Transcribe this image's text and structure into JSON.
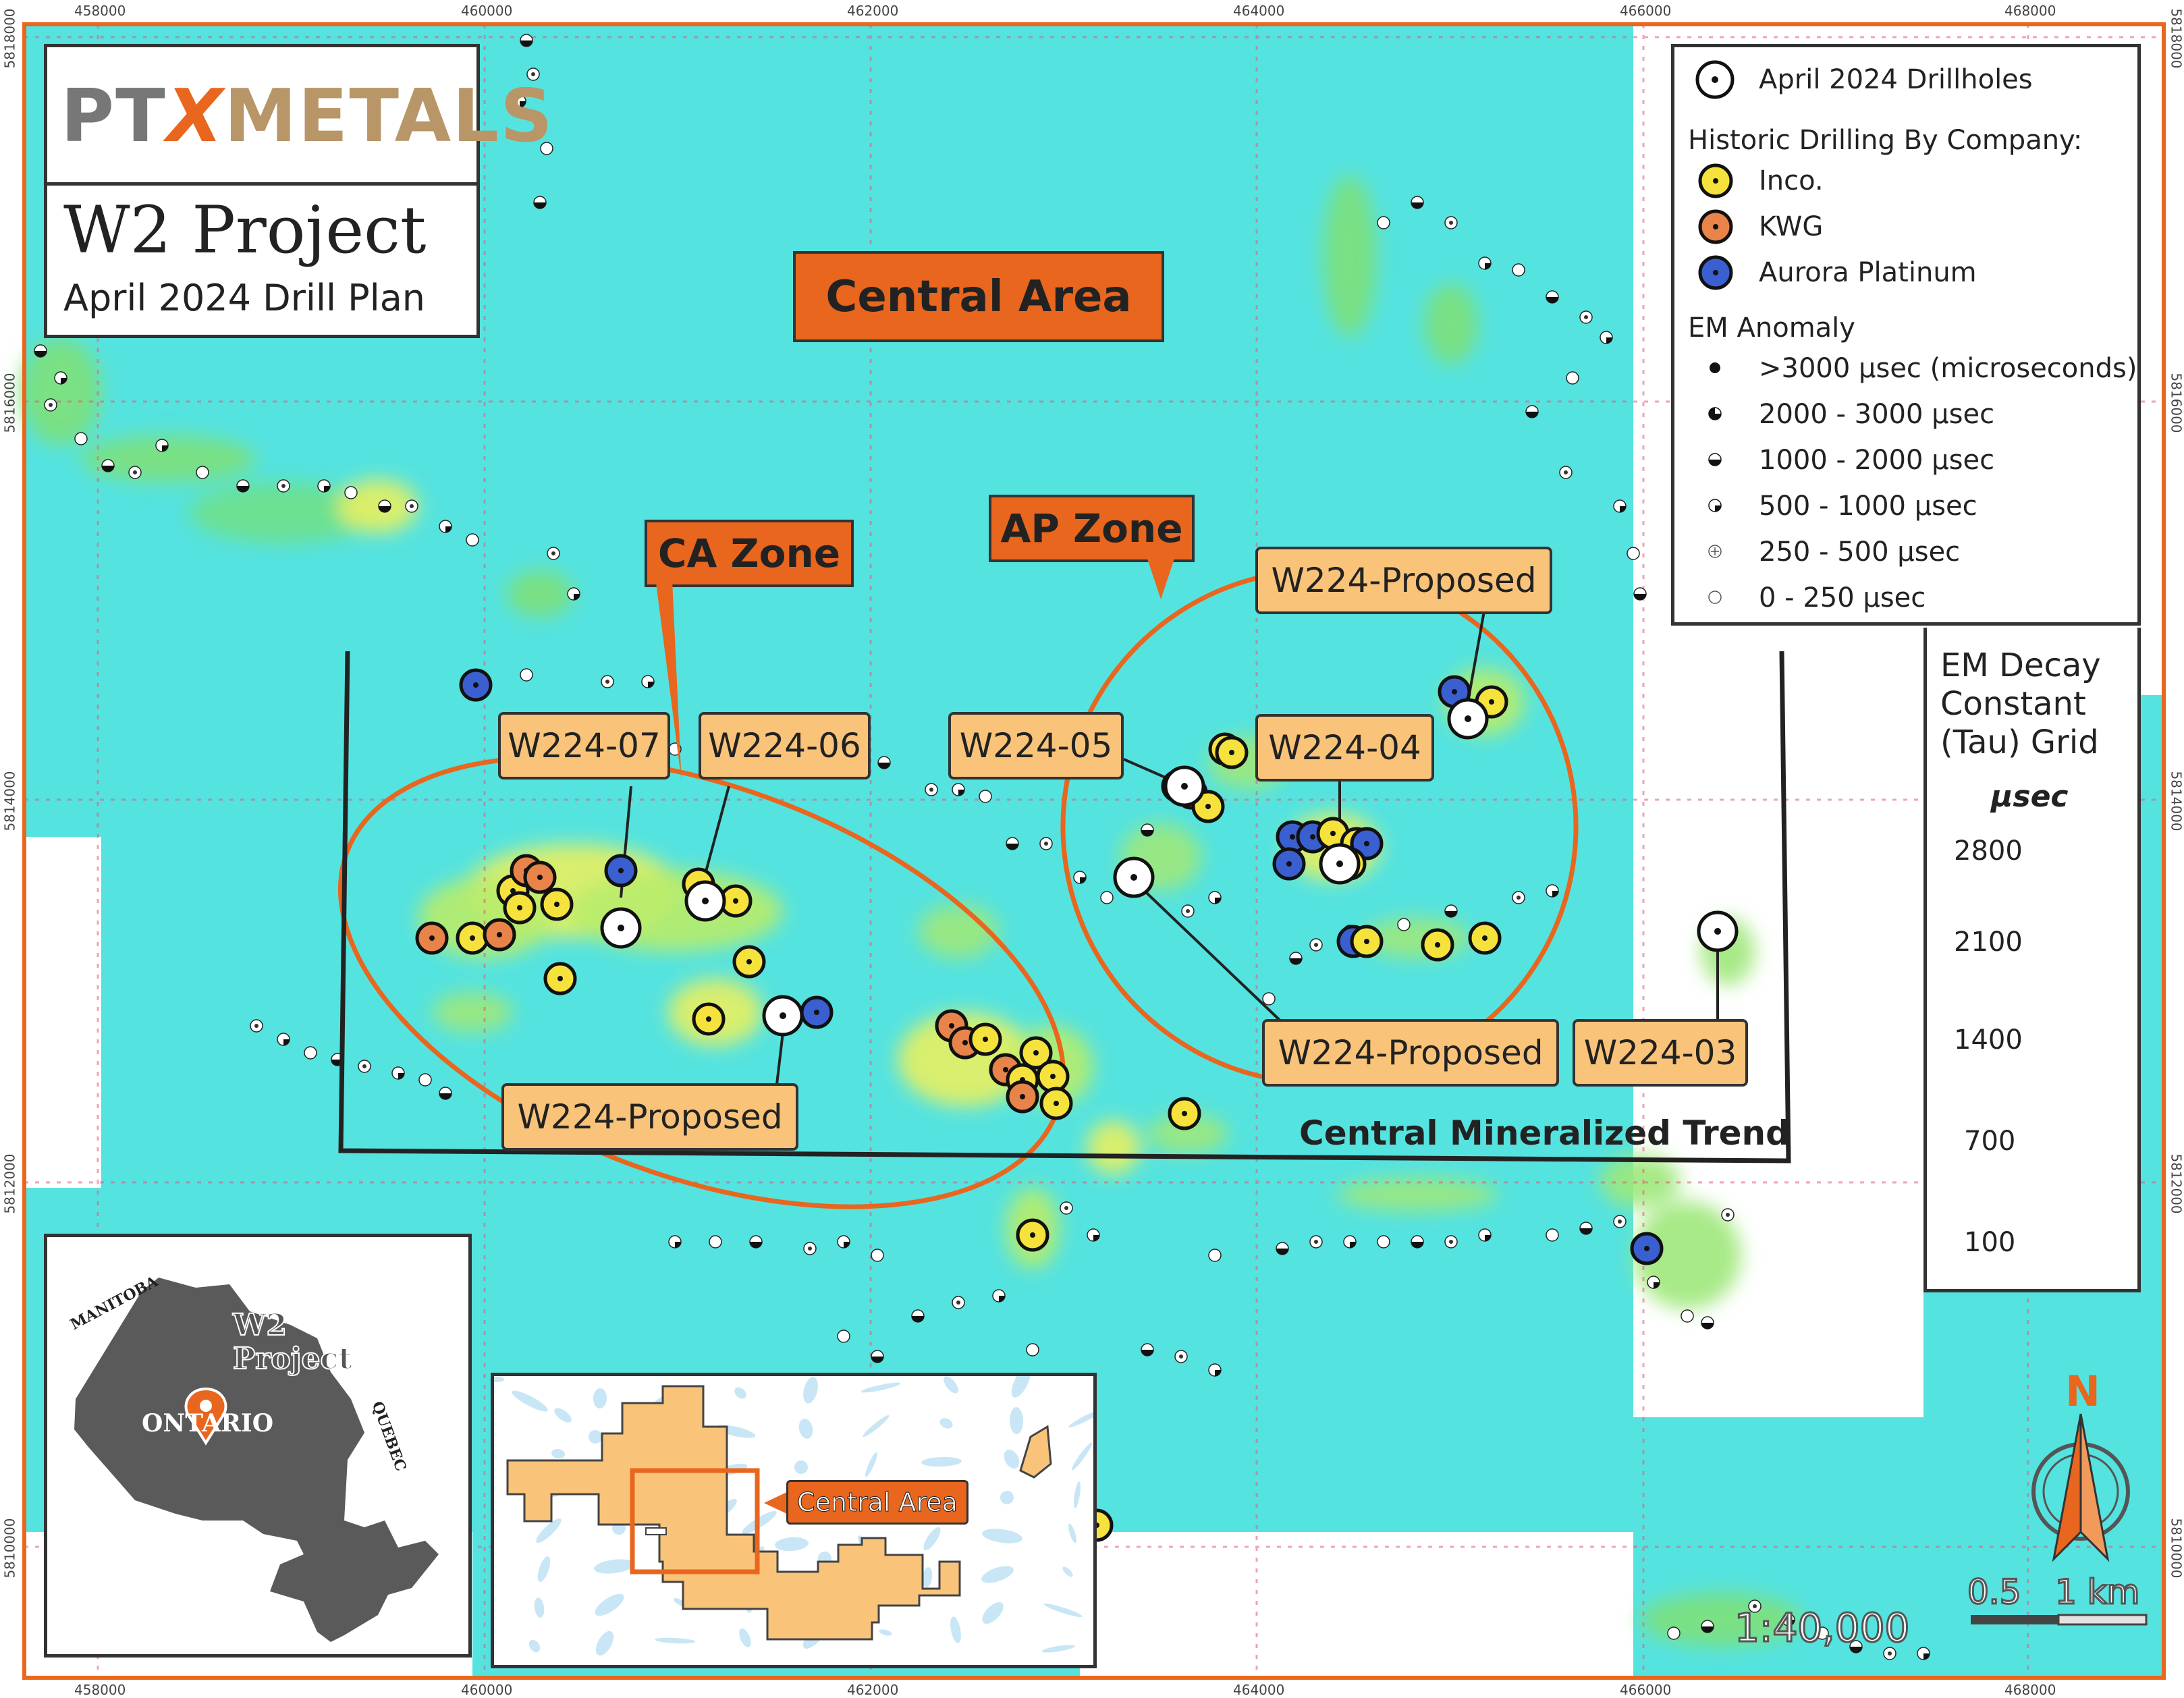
{
  "logo": {
    "text_left": "PT",
    "text_x": "X",
    "text_right": "METALS"
  },
  "title": {
    "project": "W2 Project",
    "subtitle": "April 2024 Drill Plan"
  },
  "central_area_label": "Central Area",
  "zones": {
    "ca": "CA Zone",
    "ap": "AP Zone"
  },
  "drillhole_labels": [
    "W224-07",
    "W224-06",
    "W224-05",
    "W224-04",
    "W224-Proposed",
    "W224-Proposed",
    "W224-Proposed",
    "W224-03"
  ],
  "trend_label": "Central Mineralized Trend",
  "axis_ticks": {
    "x": [
      "458000",
      "460000",
      "462000",
      "464000",
      "466000",
      "468000"
    ],
    "y": [
      "5818000",
      "5816000",
      "5814000",
      "5812000",
      "5810000"
    ]
  },
  "legend": {
    "drillholes": "April 2024 Drillholes",
    "historic_header": "Historic Drilling By Company:",
    "companies": [
      {
        "name": "Inco.",
        "color": "#f6e23c"
      },
      {
        "name": "KWG",
        "color": "#e8834a"
      },
      {
        "name": "Aurora Platinum",
        "color": "#3a5fd0"
      }
    ],
    "em_header": "EM Anomaly",
    "em_classes": [
      ">3000 µsec (microseconds)",
      "2000 - 3000 µsec",
      "1000 - 2000 µsec",
      "500 - 1000 µsec",
      "250 - 500 µsec",
      "0 - 250 µsec"
    ]
  },
  "tau_legend": {
    "title_lines": [
      "EM Decay",
      "Constant",
      "(Tau) Grid"
    ],
    "unit": "µsec",
    "ticks": [
      "2800",
      "2100",
      "1400",
      "700",
      "100"
    ]
  },
  "inset_ontario": {
    "province": "ONTARIO",
    "manitoba": "MANITOBA",
    "quebec": "QUEBEC",
    "project_line1": "W2",
    "project_line2": "Project"
  },
  "inset_area_label": "Central Area",
  "north_label": "N",
  "scale": {
    "ratio": "1:40,000",
    "mid": "0.5",
    "end": "1 km"
  },
  "colors": {
    "background": "#55e3e0",
    "callout": "#f9c47a",
    "zone": "#e8661e",
    "ellipse": "#e8661e",
    "frame": "#e8661e",
    "inset_land": "#f9c47a"
  }
}
